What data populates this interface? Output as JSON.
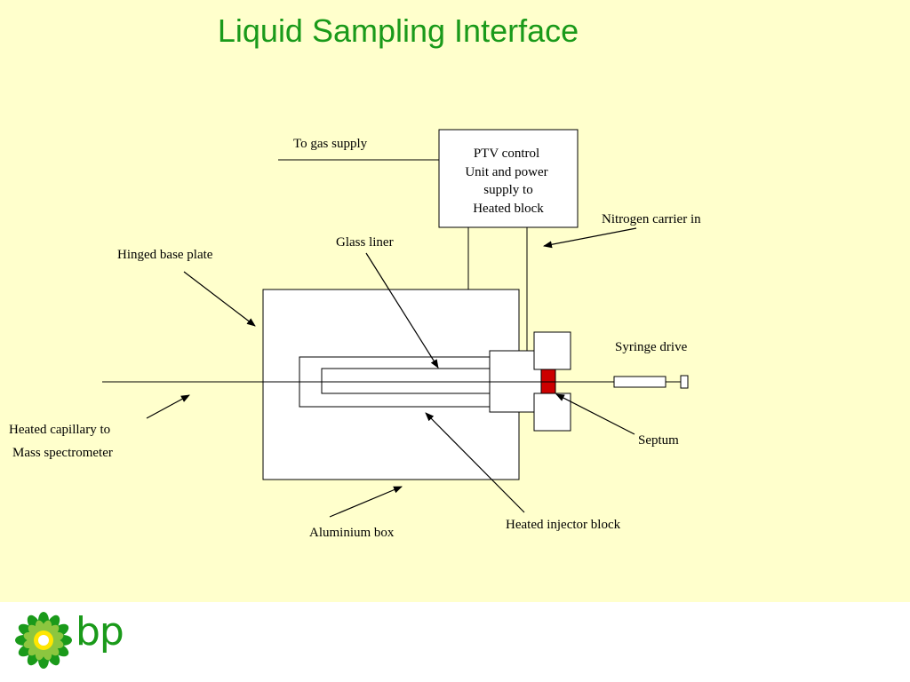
{
  "slide": {
    "title": "Liquid Sampling Interface",
    "background_color": "#ffffcc",
    "title_color": "#1a9a1a"
  },
  "ptv_box": {
    "lines": [
      "PTV control",
      "Unit and power",
      "supply to",
      "Heated block"
    ]
  },
  "labels": {
    "gas_supply": "To gas supply",
    "nitrogen": "Nitrogen carrier in",
    "glass_liner": "Glass liner",
    "hinged_base": "Hinged base plate",
    "syringe_drive": "Syringe drive",
    "capillary_line1": "Heated capillary to",
    "capillary_line2": "Mass spectrometer",
    "septum": "Septum",
    "injector_block": "Heated injector block",
    "aluminium_box": "Aluminium box"
  },
  "colors": {
    "septum": "#cc0000",
    "logo_green": "#1a9a1a",
    "logo_yellow": "#ffe600"
  },
  "logo": {
    "text": "bp",
    "icon": "helios-sunflower-icon"
  }
}
